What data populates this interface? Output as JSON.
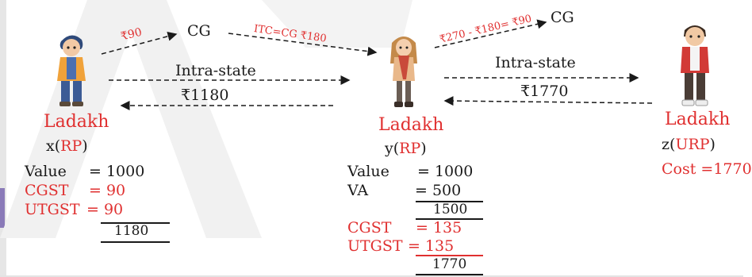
{
  "colors": {
    "accent": "#e03030",
    "text": "#1a1a1a",
    "arrow": "#1a1a1a",
    "tab": "#8a7ab8"
  },
  "persons": {
    "x": {
      "state": "Ladakh",
      "name_prefix": "x(",
      "name_reg": "RP",
      "name_suffix": ")",
      "icon": "boy-figure-icon"
    },
    "y": {
      "state": "Ladakh",
      "name_prefix": "y(",
      "name_reg": "RP",
      "name_suffix": ")",
      "icon": "girl-figure-icon"
    },
    "z": {
      "state": "Ladakh",
      "name_prefix": "z(",
      "name_reg": "URP",
      "name_suffix": ")",
      "icon": "boy-figure-icon"
    }
  },
  "arrows": {
    "x_cg": "₹90",
    "cg1": "CG",
    "itc": "ITC=CG ₹180",
    "y_cg": "₹270 - ₹180= ₹90",
    "cg2": "CG",
    "xy_label": "Intra-state",
    "xy_amount": "₹1180",
    "yz_label": "Intra-state",
    "yz_amount": "₹1770"
  },
  "calc_x": {
    "value_label": "Value",
    "value": "= 1000",
    "cgst_label": "CGST",
    "cgst": "= 90",
    "utgst_label": "UTGST",
    "utgst": "= 90",
    "total": "1180"
  },
  "calc_y": {
    "value_label": "Value",
    "value": "= 1000",
    "va_label": "VA",
    "va": "= 500",
    "subtotal": "1500",
    "cgst_label": "CGST",
    "cgst": "= 135",
    "utgst_label": "UTGST",
    "utgst": "= 135",
    "total": "1770"
  },
  "cost_z": {
    "label": "Cost",
    "value": "=1770"
  }
}
